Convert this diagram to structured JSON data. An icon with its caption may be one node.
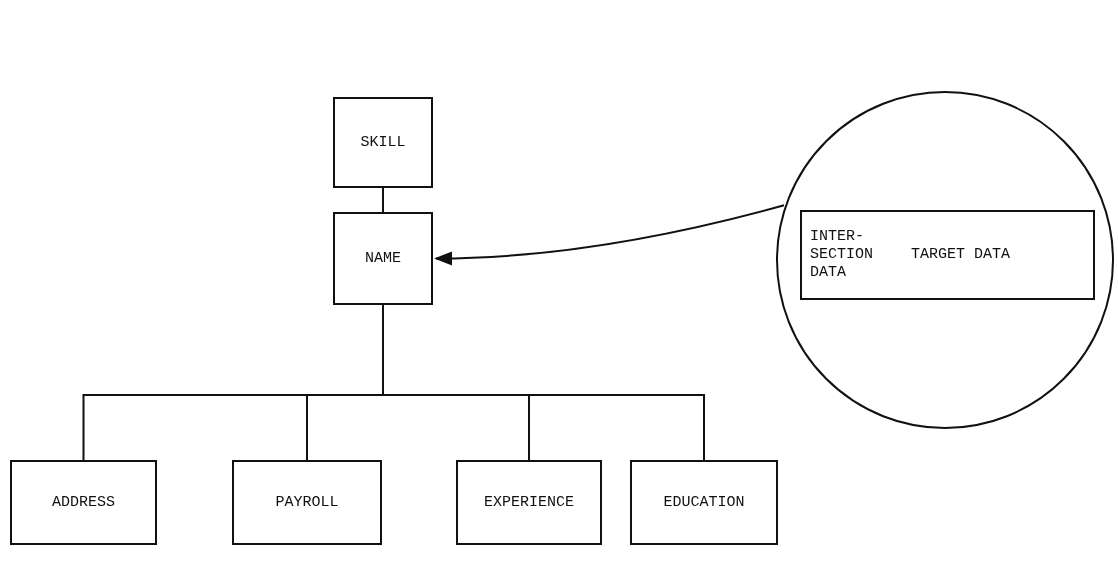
{
  "diagram": {
    "nodes": [
      {
        "text": [
          "SKILL"
        ]
      },
      {
        "text": [
          "NAME"
        ]
      },
      {
        "text": [
          "ADDRESS"
        ]
      },
      {
        "text": [
          "PAYROLL"
        ]
      },
      {
        "text": [
          "EXPERIENCE"
        ]
      },
      {
        "text": [
          "EDUCATION"
        ]
      },
      {
        "text": [],
        "shape": "circle"
      },
      {
        "text": [
          "INTER- SECTION DATA"
        ],
        "in": 6
      },
      {
        "text": [
          "TARGET DATA"
        ],
        "in": 6
      }
    ],
    "edges": [
      {
        "from": 0,
        "to": 1,
        "arrow": "none"
      },
      {
        "from": 1,
        "to": 2,
        "arrow": "none"
      },
      {
        "from": 1,
        "to": 3,
        "arrow": "none"
      },
      {
        "from": 1,
        "to": 4,
        "arrow": "none"
      },
      {
        "from": 1,
        "to": 5,
        "arrow": "none"
      },
      {
        "from": 6,
        "to": 1,
        "arrow": "to"
      }
    ]
  }
}
